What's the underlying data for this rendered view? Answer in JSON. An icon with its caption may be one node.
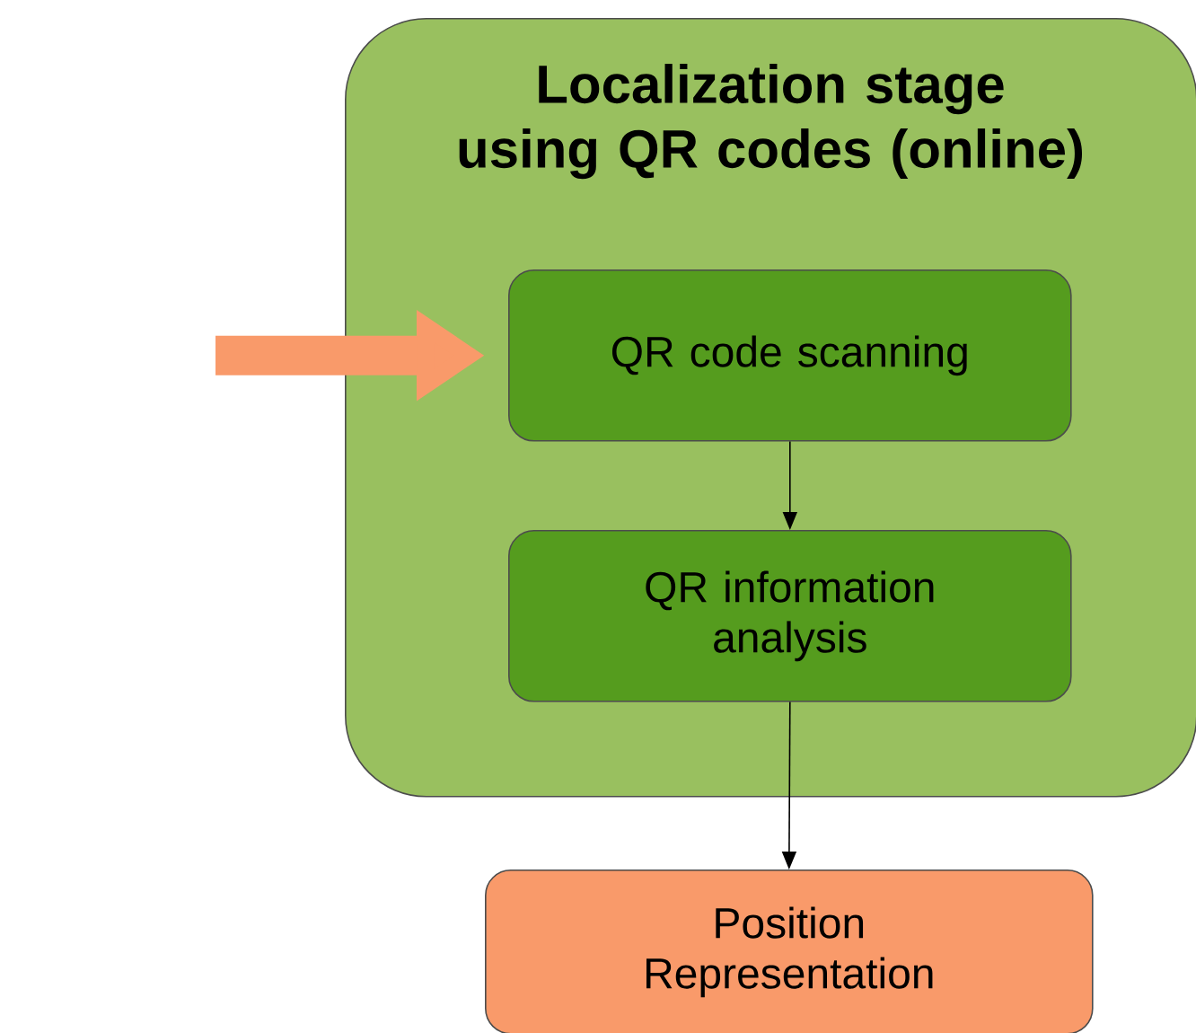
{
  "diagram": {
    "nodes": [
      {
        "text": [
          "Localization stage using QR codes (online)"
        ]
      },
      {
        "text": [
          "QR code scanning"
        ],
        "in": 0
      },
      {
        "text": [
          "QR information analysis"
        ],
        "in": 0
      },
      {
        "text": [
          "Position Representation"
        ]
      }
    ],
    "edges": [
      {
        "from": null,
        "to": 1,
        "arrow": "to",
        "style": "thick",
        "color": "#f99a6a"
      },
      {
        "from": 1,
        "to": 2,
        "arrow": "to"
      },
      {
        "from": 2,
        "to": 3,
        "arrow": "to"
      }
    ]
  }
}
